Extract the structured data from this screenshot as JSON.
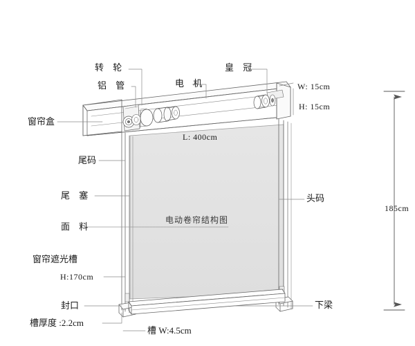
{
  "diagram": {
    "title": "电动卷帘结构图",
    "background_color": "#ffffff",
    "line_color": "#555555",
    "fabric_color": "#e2e2e2",
    "text_color": "#1a1a1a"
  },
  "labels": {
    "roller_wheel": "转 轮",
    "aluminum_tube": "铝 管",
    "motor": "电 机",
    "crown": "皇 冠",
    "curtain_box": "窗帘盒",
    "tail_code": "尾码",
    "tail_plug": "尾 塞",
    "fabric": "面 料",
    "shading_channel": "窗帘遮光槽",
    "seal": "封口",
    "head_code": "头码",
    "bottom_beam": "下梁"
  },
  "dimensions": {
    "width_w": "W: 15cm",
    "height_h": "H: 15cm",
    "length_l": "L:  400cm",
    "channel_height": "H:170cm",
    "channel_thickness": "槽厚度 :2.2cm",
    "channel_width": "槽 W:4.5cm",
    "overall_height": "185cm"
  }
}
